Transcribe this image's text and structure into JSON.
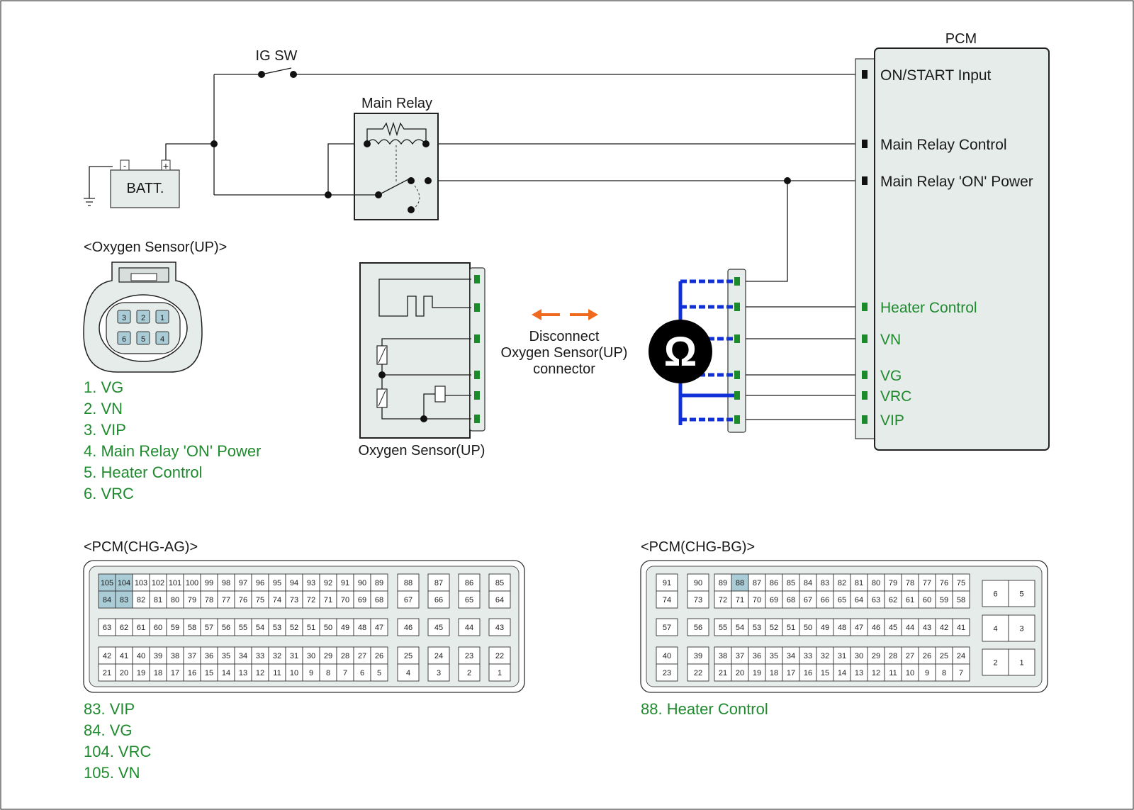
{
  "colors": {
    "label_green": "#1f8a2e",
    "probe_blue": "#1030d8",
    "arrow_orange": "#ef6a1f",
    "panel_fill": "#e6ecea",
    "pin_highlight": "#a9ccd6",
    "terminal_green": "#1a8a2a"
  },
  "icons": {
    "ohmmeter": "ohm-symbol",
    "ground": "ground-symbol"
  },
  "labels": {
    "ig_sw": "IG SW",
    "battery": "BATT.",
    "main_relay": "Main Relay",
    "pcm": "PCM",
    "o2_connector_title": "<Oxygen Sensor(UP)>",
    "o2_component": "Oxygen Sensor(UP)",
    "disconnect_1": "Disconnect",
    "disconnect_2": "Oxygen Sensor(UP)",
    "disconnect_3": "connector",
    "ohm": "Ω",
    "minus": "-",
    "plus": "+"
  },
  "pcm_signals_black": [
    "ON/START Input",
    "Main Relay Control",
    "Main Relay 'ON' Power"
  ],
  "pcm_signals_green": [
    "Heater Control",
    "VN",
    "VG",
    "VRC",
    "VIP"
  ],
  "o2_pins": [
    "3",
    "2",
    "1",
    "6",
    "5",
    "4"
  ],
  "o2_pin_legend": [
    "1. VG",
    "2. VN",
    "3. VIP",
    "4. Main Relay 'ON' Power",
    "5. Heater Control",
    "6. VRC"
  ],
  "pcm_ag": {
    "title": "<PCM(CHG-AG)>",
    "row1": [
      "105",
      "104",
      "103",
      "102",
      "101",
      "100",
      "99",
      "98",
      "97",
      "96",
      "95",
      "94",
      "93",
      "92",
      "91",
      "90",
      "89"
    ],
    "row1_single": [
      "88",
      "87",
      "86",
      "85"
    ],
    "row2": [
      "84",
      "83",
      "82",
      "81",
      "80",
      "79",
      "78",
      "77",
      "76",
      "75",
      "74",
      "73",
      "72",
      "71",
      "70",
      "69",
      "68"
    ],
    "row2_single": [
      "67",
      "66",
      "65",
      "64"
    ],
    "row3": [
      "63",
      "62",
      "61",
      "60",
      "59",
      "58",
      "57",
      "56",
      "55",
      "54",
      "53",
      "52",
      "51",
      "50",
      "49",
      "48",
      "47"
    ],
    "row3_single": [
      "46",
      "45",
      "44",
      "43"
    ],
    "row4": [
      "42",
      "41",
      "40",
      "39",
      "38",
      "37",
      "36",
      "35",
      "34",
      "33",
      "32",
      "31",
      "30",
      "29",
      "28",
      "27",
      "26"
    ],
    "row4_single": [
      "25",
      "24",
      "23",
      "22"
    ],
    "row5": [
      "21",
      "20",
      "19",
      "18",
      "17",
      "16",
      "15",
      "14",
      "13",
      "12",
      "11",
      "10",
      "9",
      "8",
      "7",
      "6",
      "5"
    ],
    "row5_single": [
      "4",
      "3",
      "2",
      "1"
    ],
    "highlight": [
      "105",
      "104",
      "84",
      "83"
    ],
    "legend": [
      "83. VIP",
      "84. VG",
      "104. VRC",
      "105. VN"
    ]
  },
  "pcm_bg": {
    "title": "<PCM(CHG-BG)>",
    "row1_left": [
      "91",
      "90"
    ],
    "row1": [
      "89",
      "88",
      "87",
      "86",
      "85",
      "84",
      "83",
      "82",
      "81",
      "80",
      "79",
      "78",
      "77",
      "76",
      "75"
    ],
    "row2_left": [
      "74",
      "73"
    ],
    "row2": [
      "72",
      "71",
      "70",
      "69",
      "68",
      "67",
      "66",
      "65",
      "64",
      "63",
      "62",
      "61",
      "60",
      "59",
      "58"
    ],
    "row3_left": [
      "57",
      "56"
    ],
    "row3": [
      "55",
      "54",
      "53",
      "52",
      "51",
      "50",
      "49",
      "48",
      "47",
      "46",
      "45",
      "44",
      "43",
      "42",
      "41"
    ],
    "row4_left": [
      "40",
      "39"
    ],
    "row4": [
      "38",
      "37",
      "36",
      "35",
      "34",
      "33",
      "32",
      "31",
      "30",
      "29",
      "28",
      "27",
      "26",
      "25",
      "24"
    ],
    "row5_left": [
      "23",
      "22"
    ],
    "row5": [
      "21",
      "20",
      "19",
      "18",
      "17",
      "16",
      "15",
      "14",
      "13",
      "12",
      "11",
      "10",
      "9",
      "8",
      "7"
    ],
    "right_block": [
      [
        "6",
        "5"
      ],
      [
        "4",
        "3"
      ],
      [
        "2",
        "1"
      ]
    ],
    "highlight": [
      "88"
    ],
    "legend": [
      "88. Heater Control"
    ]
  }
}
